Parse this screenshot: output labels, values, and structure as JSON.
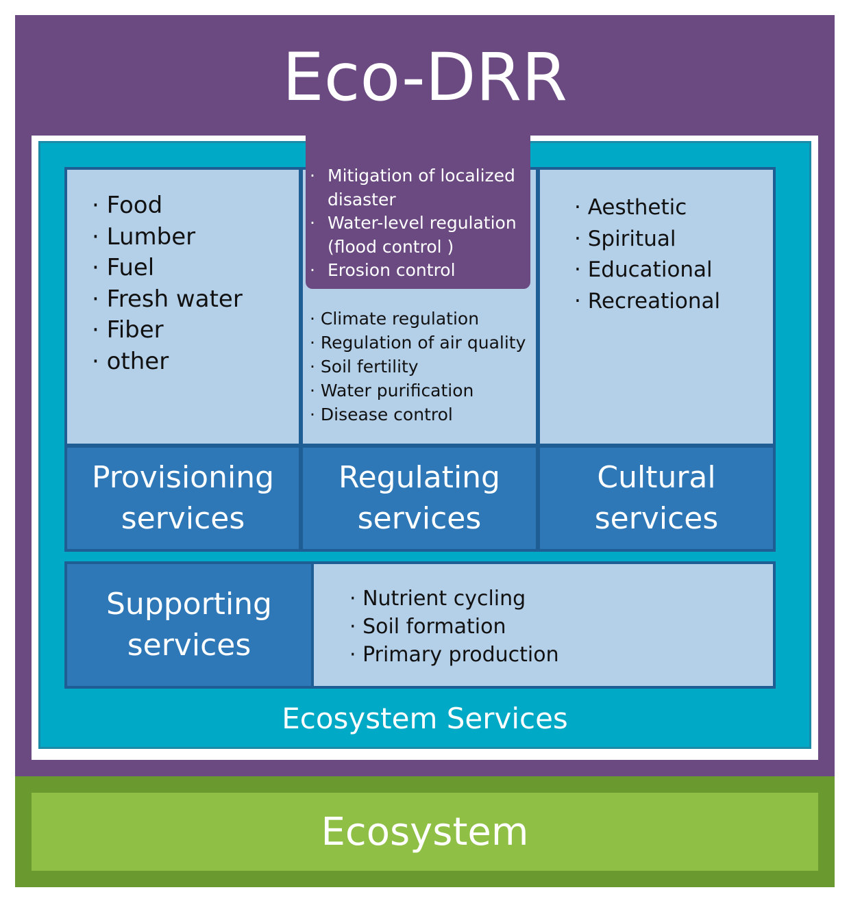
{
  "title": "Eco-DRR",
  "ecosystem_services_label": "Ecosystem Services",
  "ecosystem_label": "Ecosystem",
  "provisioning": {
    "heading_line1": "Provisioning",
    "heading_line2": "services",
    "items": [
      "Food",
      "Lumber",
      "Fuel",
      "Fresh water",
      "Fiber",
      "other"
    ]
  },
  "regulating": {
    "heading_line1": "Regulating",
    "heading_line2": "services",
    "drr_items": [
      "Mitigation of localized disaster",
      "Water-level regulation (flood control )",
      "Erosion control"
    ],
    "items": [
      "Climate regulation",
      "Regulation of air quality",
      "Soil fertility",
      "Water purification",
      "Disease control"
    ]
  },
  "cultural": {
    "heading_line1": "Cultural",
    "heading_line2": "services",
    "items": [
      "Aesthetic",
      "Spiritual",
      "Educational",
      "Recreational"
    ]
  },
  "supporting": {
    "heading_line1": "Supporting",
    "heading_line2": "services",
    "items": [
      "Nutrient cycling",
      "Soil formation",
      "Primary production"
    ]
  },
  "colors": {
    "eco_drr": "#6b4a82",
    "ecosystem_services": "#00a9c6",
    "service_box": "#b4cfe8",
    "service_heading": "#2f78b8",
    "ecosystem": "#8fc045"
  }
}
